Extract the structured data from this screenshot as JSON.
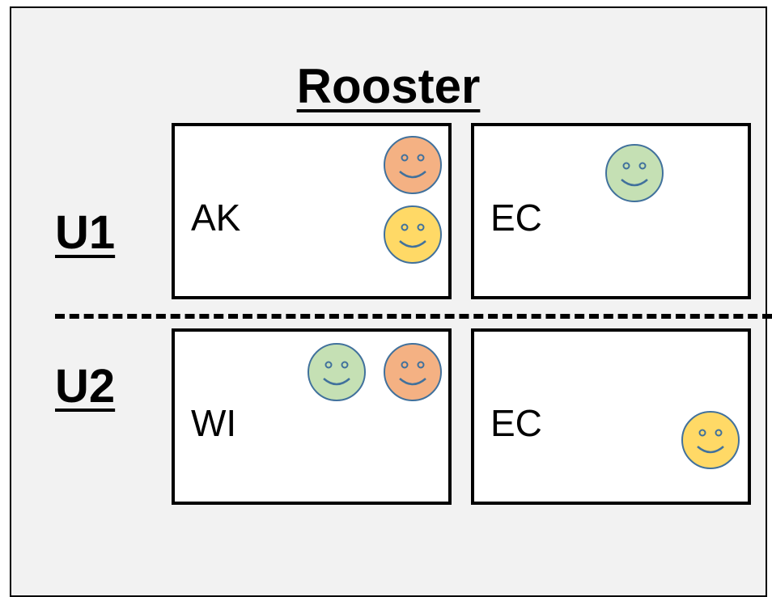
{
  "title": "Rooster",
  "rows": [
    {
      "label": "U1",
      "cells": [
        {
          "label": "AK",
          "smileys": [
            "#f4b183",
            "#ffd966"
          ]
        },
        {
          "label": "EC",
          "smileys": [
            "#c5e0b4"
          ]
        }
      ]
    },
    {
      "label": "U2",
      "cells": [
        {
          "label": "WI",
          "smileys": [
            "#c5e0b4",
            "#f4b183"
          ]
        },
        {
          "label": "EC",
          "smileys": [
            "#ffd966"
          ]
        }
      ]
    }
  ],
  "colors": {
    "orange": "#f4b183",
    "yellow": "#ffd966",
    "green": "#c5e0b4",
    "outline": "#41719c"
  }
}
